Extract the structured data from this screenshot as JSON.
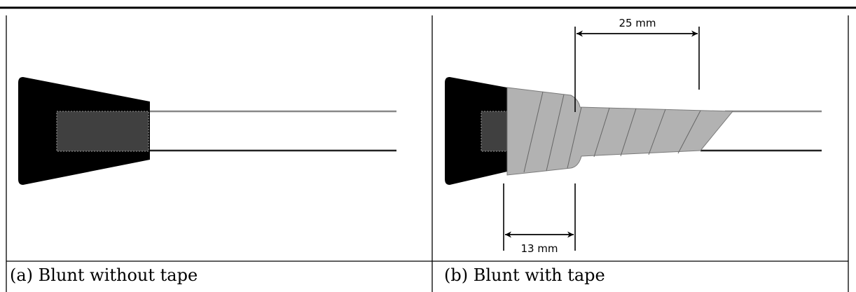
{
  "panels": [
    {
      "caption": "(a) Blunt without tape"
    },
    {
      "caption": "(b) Blunt with tape",
      "dimensions": [
        {
          "label": "25 mm"
        },
        {
          "label": "13 mm"
        }
      ]
    }
  ],
  "colors": {
    "handle": "#000000",
    "ferrule": "#404040",
    "tape": "#b2b2b2",
    "tape_seam": "#666666",
    "needle_top": "#888888",
    "needle_bottom": "#222222",
    "rules": "#000000"
  }
}
